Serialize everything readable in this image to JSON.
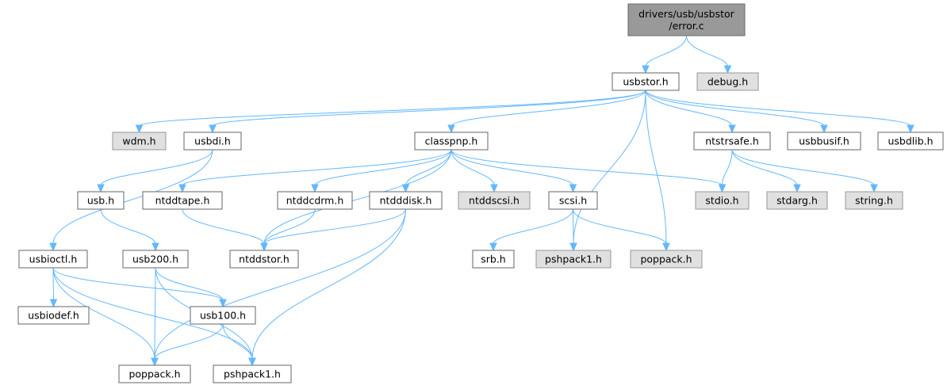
{
  "nodes": {
    "root": {
      "lines": [
        "drivers/usb/usbstor",
        "/error.c"
      ],
      "style": "root"
    },
    "usbstor": {
      "lines": [
        "usbstor.h"
      ],
      "style": "normal"
    },
    "debug": {
      "lines": [
        "debug.h"
      ],
      "style": "grey"
    },
    "wdm": {
      "lines": [
        "wdm.h"
      ],
      "style": "grey"
    },
    "usbdi": {
      "lines": [
        "usbdi.h"
      ],
      "style": "normal"
    },
    "classpnp": {
      "lines": [
        "classpnp.h"
      ],
      "style": "normal"
    },
    "ntstrsafe": {
      "lines": [
        "ntstrsafe.h"
      ],
      "style": "normal"
    },
    "usbbusif": {
      "lines": [
        "usbbusif.h"
      ],
      "style": "normal"
    },
    "usbdlib": {
      "lines": [
        "usbdlib.h"
      ],
      "style": "normal"
    },
    "usb": {
      "lines": [
        "usb.h"
      ],
      "style": "normal"
    },
    "ntddtape": {
      "lines": [
        "ntddtape.h"
      ],
      "style": "normal"
    },
    "ntddcdrm": {
      "lines": [
        "ntddcdrm.h"
      ],
      "style": "normal"
    },
    "ntdddisk": {
      "lines": [
        "ntdddisk.h"
      ],
      "style": "normal"
    },
    "ntddscsi": {
      "lines": [
        "ntddscsi.h"
      ],
      "style": "grey"
    },
    "scsi": {
      "lines": [
        "scsi.h"
      ],
      "style": "normal"
    },
    "stdio": {
      "lines": [
        "stdio.h"
      ],
      "style": "grey"
    },
    "stdarg": {
      "lines": [
        "stdarg.h"
      ],
      "style": "grey"
    },
    "string": {
      "lines": [
        "string.h"
      ],
      "style": "grey"
    },
    "usbioctl": {
      "lines": [
        "usbioctl.h"
      ],
      "style": "normal"
    },
    "usb200": {
      "lines": [
        "usb200.h"
      ],
      "style": "normal"
    },
    "ntddstor": {
      "lines": [
        "ntddstor.h"
      ],
      "style": "normal"
    },
    "srb": {
      "lines": [
        "srb.h"
      ],
      "style": "normal"
    },
    "pshpack1_a": {
      "lines": [
        "pshpack1.h"
      ],
      "style": "grey"
    },
    "poppack_a": {
      "lines": [
        "poppack.h"
      ],
      "style": "grey"
    },
    "usbiodef": {
      "lines": [
        "usbiodef.h"
      ],
      "style": "normal"
    },
    "usb100": {
      "lines": [
        "usb100.h"
      ],
      "style": "normal"
    },
    "poppack_b": {
      "lines": [
        "poppack.h"
      ],
      "style": "normal"
    },
    "pshpack1_b": {
      "lines": [
        "pshpack1.h"
      ],
      "style": "normal"
    }
  },
  "edges": [
    [
      "root",
      "usbstor"
    ],
    [
      "root",
      "debug"
    ],
    [
      "usbstor",
      "wdm"
    ],
    [
      "usbstor",
      "usbdi"
    ],
    [
      "usbstor",
      "classpnp"
    ],
    [
      "usbstor",
      "ntstrsafe"
    ],
    [
      "usbstor",
      "usbbusif"
    ],
    [
      "usbstor",
      "usbdlib"
    ],
    [
      "usbstor",
      "pshpack1_a"
    ],
    [
      "usbstor",
      "poppack_a"
    ],
    [
      "usbdi",
      "usb"
    ],
    [
      "usbdi",
      "usbioctl"
    ],
    [
      "classpnp",
      "ntddtape"
    ],
    [
      "classpnp",
      "ntddcdrm"
    ],
    [
      "classpnp",
      "ntdddisk"
    ],
    [
      "classpnp",
      "ntddscsi"
    ],
    [
      "classpnp",
      "scsi"
    ],
    [
      "classpnp",
      "stdio"
    ],
    [
      "classpnp",
      "ntddstor"
    ],
    [
      "ntstrsafe",
      "stdio"
    ],
    [
      "ntstrsafe",
      "stdarg"
    ],
    [
      "ntstrsafe",
      "string"
    ],
    [
      "usb",
      "usb200"
    ],
    [
      "ntddtape",
      "ntddstor"
    ],
    [
      "ntddcdrm",
      "ntddstor"
    ],
    [
      "ntdddisk",
      "ntddstor"
    ],
    [
      "ntdddisk",
      "poppack_b"
    ],
    [
      "ntdddisk",
      "pshpack1_b"
    ],
    [
      "scsi",
      "srb"
    ],
    [
      "scsi",
      "pshpack1_a"
    ],
    [
      "scsi",
      "poppack_a"
    ],
    [
      "usbioctl",
      "usbiodef"
    ],
    [
      "usbioctl",
      "usb100"
    ],
    [
      "usbioctl",
      "poppack_b"
    ],
    [
      "usbioctl",
      "pshpack1_b"
    ],
    [
      "usb200",
      "usb100"
    ],
    [
      "usb200",
      "poppack_b"
    ],
    [
      "usb200",
      "pshpack1_b"
    ],
    [
      "usb100",
      "poppack_b"
    ],
    [
      "usb100",
      "pshpack1_b"
    ]
  ]
}
